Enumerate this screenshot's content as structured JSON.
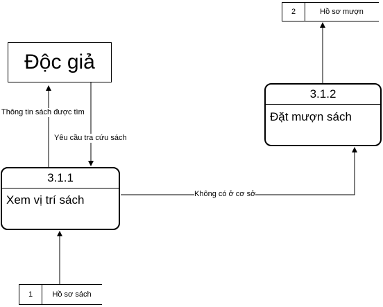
{
  "entities": {
    "reader": {
      "label": "Độc giả"
    }
  },
  "processes": {
    "locate": {
      "id": "3.1.1",
      "name": "Xem vị trí sách"
    },
    "borrow": {
      "id": "3.1.2",
      "name": "Đặt mượn sách"
    }
  },
  "stores": {
    "borrow_records": {
      "id": "2",
      "name": "Hồ sơ mượn"
    },
    "book_records": {
      "id": "1",
      "name": "Hồ sơ sách"
    }
  },
  "flows": {
    "info_found": "Thông tin sách được tìm",
    "search_request": "Yêu cầu tra cứu sách",
    "not_available": "Không có ở cơ sở"
  }
}
